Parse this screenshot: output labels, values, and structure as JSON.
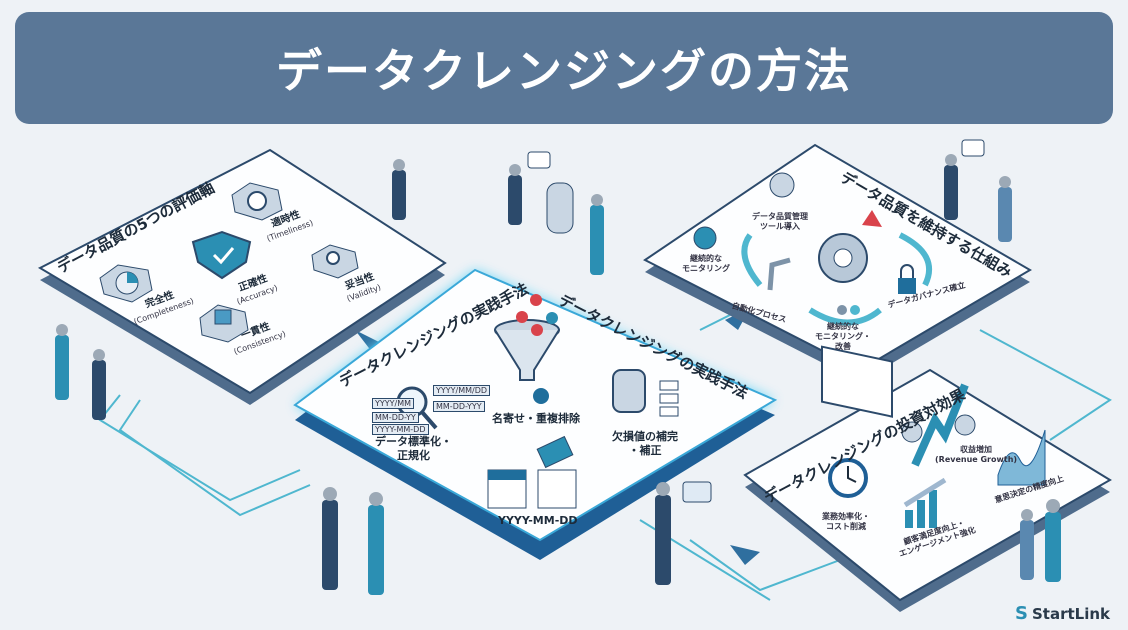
{
  "title": "データクレンジングの方法",
  "panel_quality": {
    "heading": "データ品質の5つの評価軸",
    "items": [
      {
        "label": "適時性",
        "sub": "(Timeliness)"
      },
      {
        "label": "正確性",
        "sub": "(Accuracy)"
      },
      {
        "label": "妥当性",
        "sub": "(Validity)"
      },
      {
        "label": "完全性",
        "sub": "(Completeness)"
      },
      {
        "label": "一貫性",
        "sub": "(Consistency)"
      }
    ]
  },
  "panel_practice": {
    "heading_left": "データクレンジングの実践手法",
    "heading_right": "データクレンジングの実践手法",
    "steps": [
      {
        "label": "データ標準化・\n正規化"
      },
      {
        "label": "名寄せ・重複排除"
      },
      {
        "label": "欠損値の補完\n・補正"
      },
      {
        "label": "YYYY-MM-DD"
      }
    ],
    "format_tags": [
      "YYYY/MM/DD",
      "YYYY/MM",
      "MM-DD-YYY",
      "MM-DD-YY",
      "YYYY-MM-DD"
    ]
  },
  "panel_maintain": {
    "heading": "データ品質を維持する仕組み",
    "items": [
      {
        "label": "データ品質管理\nツール導入"
      },
      {
        "label": "継続的な\nモニタリング"
      },
      {
        "label": "自動化プロセス"
      },
      {
        "label": "継続的な\nモニタリング・\n改善"
      },
      {
        "label": "データガバナンス確立"
      }
    ]
  },
  "panel_roi": {
    "heading": "データクレンジングの投資対効果",
    "items": [
      {
        "label": "収益増加",
        "sub": "(Revenue Growth)"
      },
      {
        "label": "業務効率化・\nコスト削減"
      },
      {
        "label": "顧客満足度向上・\nエンゲージメント強化"
      },
      {
        "label": "意思決定の精度向上"
      }
    ]
  },
  "logo": "StartLink",
  "colors": {
    "banner": "#5a7797",
    "accent": "#2b8fb3",
    "navy": "#2c4a6b",
    "glow": "#5fd3f5"
  }
}
